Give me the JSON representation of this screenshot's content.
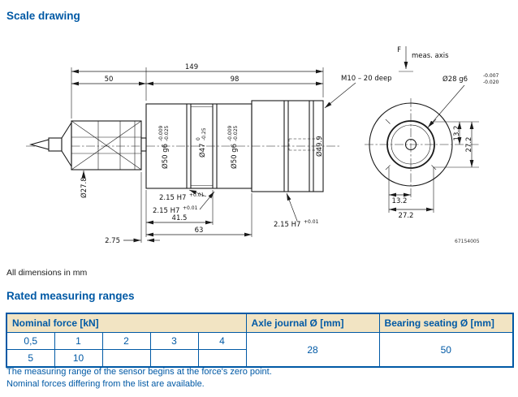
{
  "colors": {
    "accent_blue": "#0059A5",
    "table_border": "#0059A5",
    "table_header_bg": "#F2E4C3",
    "line_color": "#1a1a1a"
  },
  "headings": {
    "scale_drawing": "Scale drawing",
    "rated_ranges": "Rated measuring ranges"
  },
  "notes": {
    "all_dimensions": "All dimensions in mm",
    "footnote1": "The measuring range of the sensor begins at the force's zero point.",
    "footnote2": "Nominal forces differing from the list are available."
  },
  "drawing": {
    "length_total": "149",
    "length_left": "50",
    "length_right": "98",
    "thread": "M10 – 20 deep",
    "force": "F",
    "meas_axis": "meas. axis",
    "dia28": "Ø28 g6",
    "dia28_tol_hi": "-0.007",
    "dia28_tol_lo": "-0.020",
    "dia50": "Ø50 g6",
    "dia50_tol_hi": "-0.009",
    "dia50_tol_lo": "-0.025",
    "dia47": "Ø47",
    "dia47_tol_hi": "0",
    "dia47_tol_lo": "-0.25",
    "dia499": "Ø49.9",
    "dia278": "Ø27.8",
    "groove": "2.15 H7",
    "groove_tol": "+0.01",
    "dim415": "41.5",
    "dim63": "63",
    "dim275": "2.75",
    "dim132": "13.2",
    "dim272": "27.2",
    "code": "67154005"
  },
  "table": {
    "headers": {
      "nominal": "Nominal force [kN]",
      "axle": "Axle journal Ø [mm]",
      "bearing": "Bearing seating Ø [mm]"
    },
    "row1": [
      "0,5",
      "1",
      "2",
      "3",
      "4"
    ],
    "row2": [
      "5",
      "10",
      "",
      "",
      ""
    ],
    "axle_value": "28",
    "bearing_value": "50"
  }
}
